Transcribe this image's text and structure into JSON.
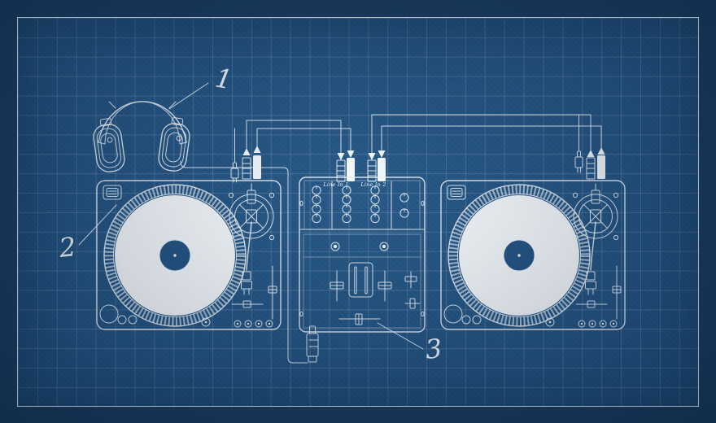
{
  "colors": {
    "margin": "#163a5e",
    "field": "#1e5181",
    "grid_line": "rgba(225,240,255,0.17)",
    "frame": "rgba(238,247,255,0.85)",
    "ink": "#eef5fb",
    "fill_white": "#f5fafd"
  },
  "mixer": {
    "line_in_1_label": "Line In 1",
    "line_in_2_label": "Line In 2"
  },
  "callouts": {
    "headphones_number": "1",
    "turntable_number": "2",
    "crossfader_number": "3"
  }
}
